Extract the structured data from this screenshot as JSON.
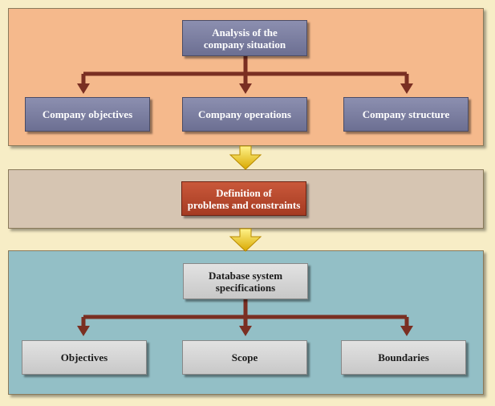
{
  "top": {
    "root": "Analysis of the company situation",
    "root_lines": [
      "Analysis of the",
      "company situation"
    ],
    "children": [
      "Company objectives",
      "Company operations",
      "Company structure"
    ]
  },
  "middle": {
    "root_lines": [
      "Definition of",
      "problems and constraints"
    ]
  },
  "bottom": {
    "root_lines": [
      "Database system",
      "specifications"
    ],
    "children": [
      "Objectives",
      "Scope",
      "Boundaries"
    ]
  },
  "colors": {
    "panel_top": "#f5b98c",
    "panel_middle": "#d6c5b2",
    "panel_bottom": "#93bfc6",
    "connector": "#7a2f22",
    "flow_arrow": "#e8c21a"
  }
}
